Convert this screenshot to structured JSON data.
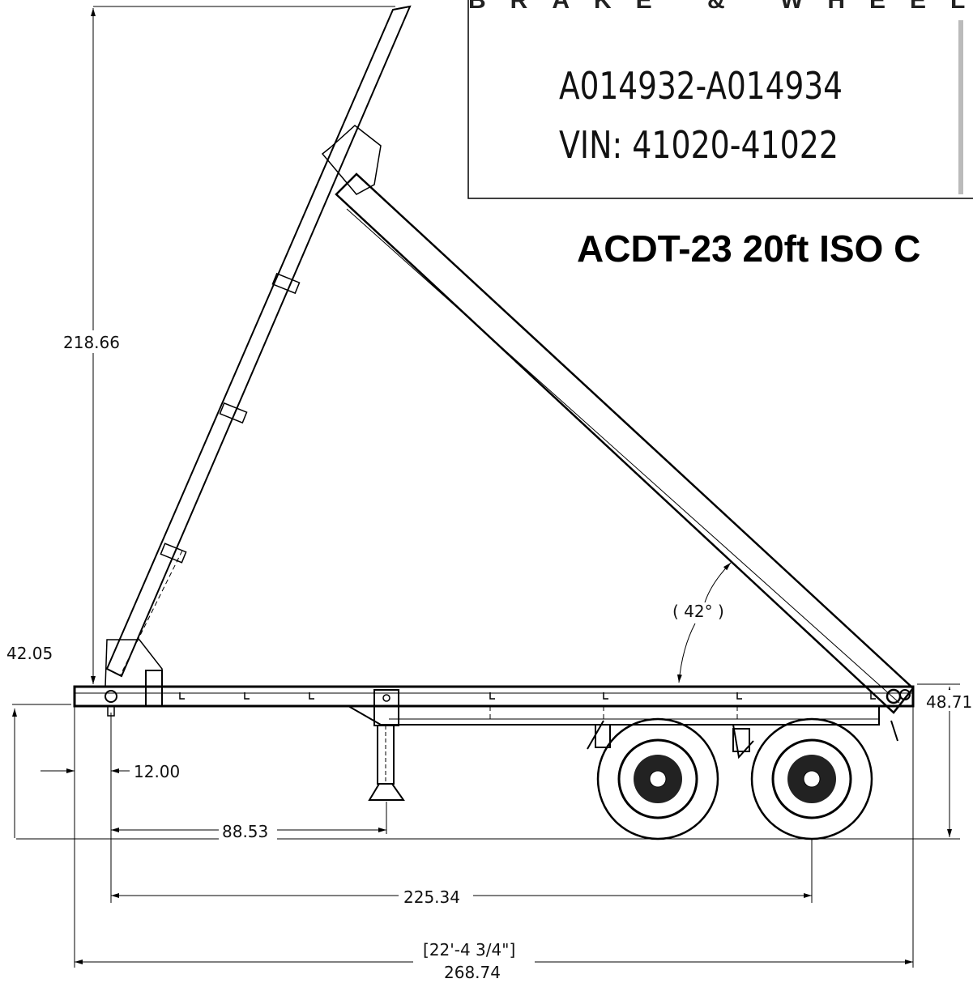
{
  "title_block": {
    "brand": "BRAKE & WHEEL",
    "model_range": "A014932-A014934",
    "vin_range": "VIN: 41020-41022"
  },
  "drawing_title": "ACDT-23 20ft ISO C",
  "dimensions": {
    "overall_height": "218.66",
    "frame_height": "42.05",
    "angle": "42°",
    "kingpin_setback": "12.00",
    "landing_gear": "88.53",
    "axle_spacing": "225.34",
    "overall_length_imperial": "22'-4 3/4\"",
    "overall_length": "268.74",
    "deck_height": "48.71"
  }
}
